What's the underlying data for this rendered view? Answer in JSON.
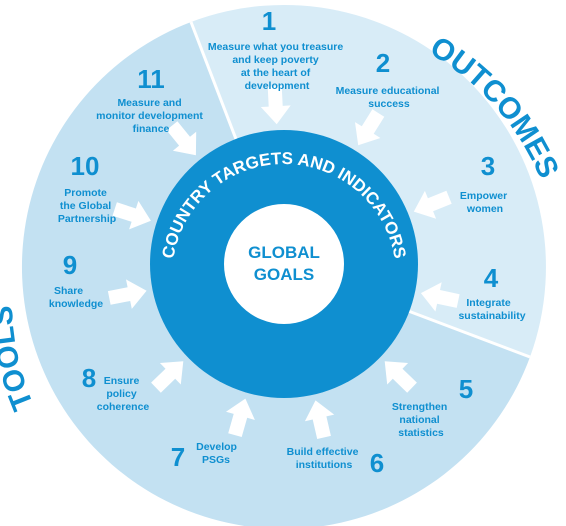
{
  "center": {
    "line1": "GLOBAL",
    "line2": "GOALS"
  },
  "ring_label": "COUNTRY TARGETS AND INDICATORS",
  "sections": {
    "outcomes": "OUTCOMES",
    "tools": "TOOLS"
  },
  "colors": {
    "light": "#c3e1f2",
    "lighter": "#d8ecf7",
    "ring": "#0f8fd0",
    "white": "#ffffff",
    "text": "#0f8fd0"
  },
  "items": [
    {
      "num": "1",
      "lines": [
        "Measure what you treasure",
        "and keep poverty",
        "at the heart of",
        "development"
      ]
    },
    {
      "num": "2",
      "lines": [
        "Measure educational",
        "success"
      ]
    },
    {
      "num": "3",
      "lines": [
        "Empower",
        "women"
      ]
    },
    {
      "num": "4",
      "lines": [
        "Integrate",
        "sustainability"
      ]
    },
    {
      "num": "5",
      "lines": [
        "Strengthen",
        "national",
        "statistics"
      ]
    },
    {
      "num": "6",
      "lines": [
        "Build effective",
        "institutions"
      ]
    },
    {
      "num": "7",
      "lines": [
        "Develop",
        "PSGs"
      ]
    },
    {
      "num": "8",
      "lines": [
        "Ensure",
        "policy",
        "coherence"
      ]
    },
    {
      "num": "9",
      "lines": [
        "Share",
        "knowledge"
      ]
    },
    {
      "num": "10",
      "lines": [
        "Promote",
        "the Global",
        "Partnership"
      ]
    },
    {
      "num": "11",
      "lines": [
        "Measure and",
        "monitor development",
        "finance"
      ]
    }
  ]
}
